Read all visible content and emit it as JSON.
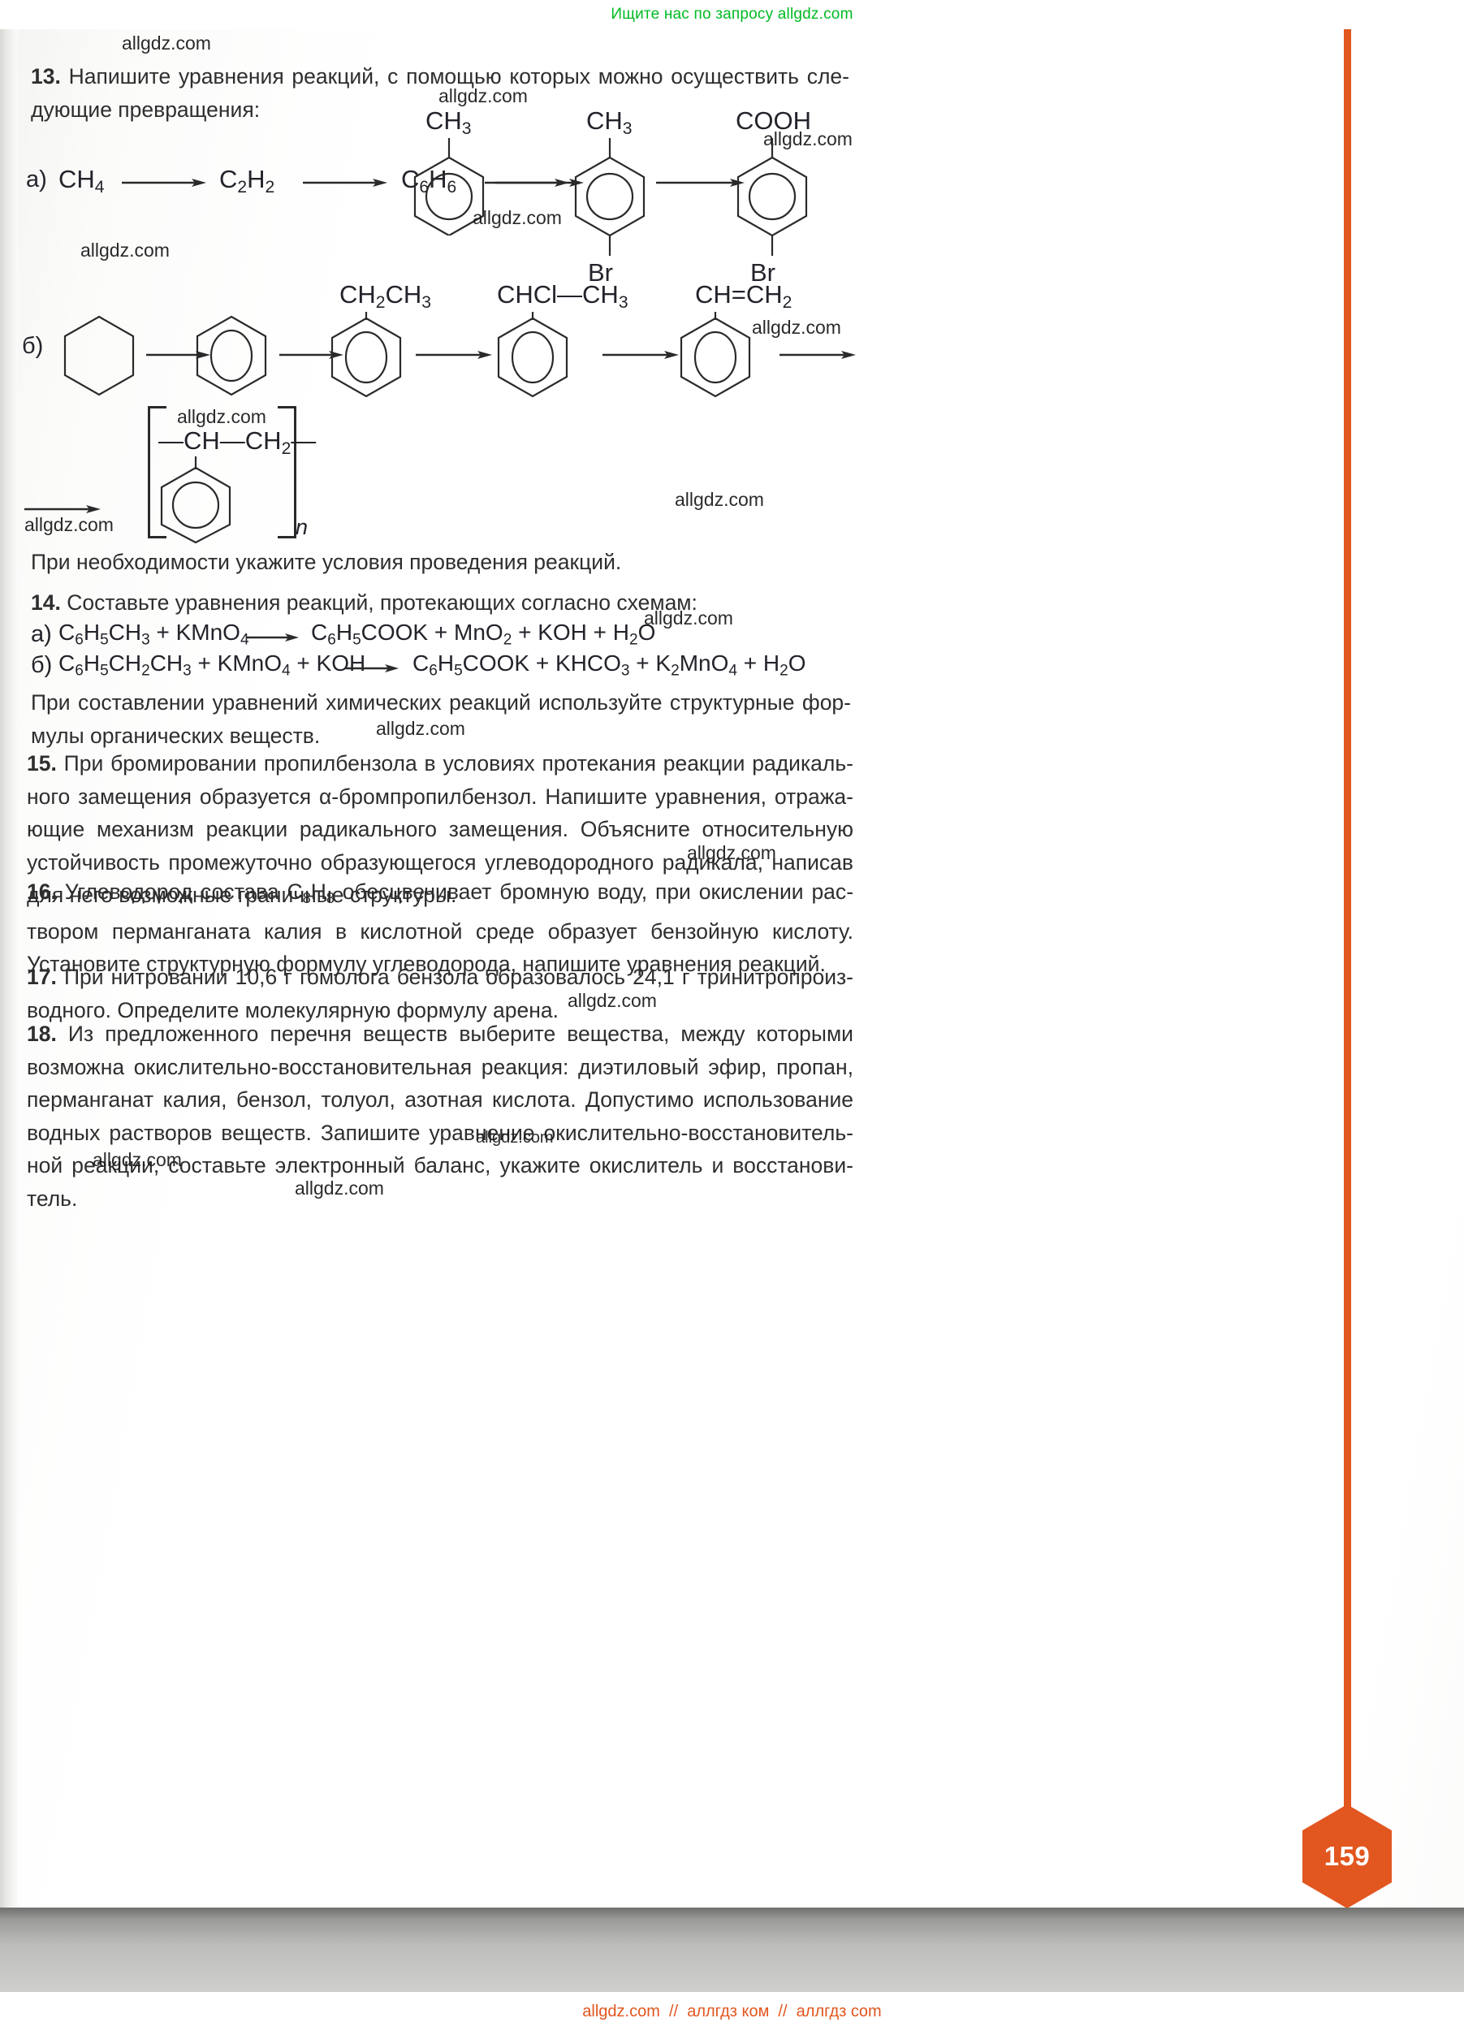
{
  "banners": {
    "top": "Ищите нас по запросу allgdz.com",
    "bottom": "allgdz.com  //  аллгдз ком  //  аллгдз com"
  },
  "page_number": "159",
  "watermark_text": "allgdz.com",
  "colors": {
    "accent_orange": "#e2561f",
    "banner_green": "#00bb22",
    "text": "#2b2b2b"
  },
  "tasks": [
    {
      "id": "13",
      "number": "13.",
      "text": "Напишите уравнения реакций, с помощью которых можно осуществить сле­дующие превращения:"
    },
    {
      "id": "14",
      "number": "14.",
      "text": "Составьте уравнения реакций, протекающих согласно схемам:"
    },
    {
      "id": "15",
      "number": "15.",
      "text": "При бромировании пропилбензола в условиях протекания реакции радикаль­ного замещения образуется α-бромпропилбензол. Напишите уравнения, отража­ющие механизм реакции радикального замещения. Объясните относительную устойчивость промежуточно образующегося углеводородного радикала, написав для него возможные граничные структуры."
    },
    {
      "id": "16",
      "number": "16.",
      "text_parts": [
        "Углеводород состава C",
        "8",
        "H",
        "8",
        " обесцвечивает бромную воду, при окислении рас­твором перманганата калия в кислотной среде образует бензойную кислоту. Установите структурную формулу углеводорода, напишите уравнения реакций."
      ]
    },
    {
      "id": "17",
      "number": "17.",
      "text": "При нитровании 10,6 г гомолога бензола образовалось 24,1 г тринитропроиз­водного. Определите молекулярную формулу арена."
    },
    {
      "id": "18",
      "number": "18.",
      "text": "Из предложенного перечня веществ выберите вещества, между которыми возможна окислительно-восстановительная реакция: диэтиловый эфир, пропан, перманганат калия, бензол, толуол, азотная кислота. Допустимо использование водных растворов веществ. Запишите уравнение окислительно-восстановитель­ной реакции, составьте электронный баланс, укажите окислитель и восстанови­тель."
    }
  ],
  "note_after_13": "При необходимости укажите условия проведения реакций.",
  "note_after_14": "При составлении уравнений химических реакций используйте структурные фор­мулы органических веществ.",
  "scheme_a": {
    "label": "а)",
    "step1": "CH",
    "step1_sub": "4",
    "step2": "C",
    "step2_sub1": "2",
    "step2_h": "H",
    "step2_sub2": "2",
    "step3": "C",
    "step3_sub1": "6",
    "step3_h": "H",
    "step3_sub2": "6",
    "ring1_top": "CH",
    "ring1_top_sub": "3",
    "ring2_top": "CH",
    "ring2_top_sub": "3",
    "ring2_bottom": "Br",
    "ring3_top": "COOH",
    "ring3_bottom": "Br"
  },
  "scheme_b": {
    "label": "б)",
    "ring3_top": "CH",
    "ring3_top_sub": "2",
    "ring3_top2": "CH",
    "ring3_top2_sub": "3",
    "ring4_top": "CHCl",
    "ring4_dash": "—",
    "ring4_top2": "CH",
    "ring4_top2_sub": "3",
    "ring5_top": "CH",
    "ring5_eq": "=",
    "ring5_top2": "CH",
    "ring5_top2_sub": "2",
    "polymer_left_bond": "—",
    "polymer_ch": "CH",
    "polymer_dash": "—",
    "polymer_ch2": "CH",
    "polymer_ch2_sub": "2",
    "polymer_right_bond": "—",
    "polymer_n": "n"
  },
  "equations": [
    {
      "label": "а)",
      "left": [
        {
          "t": "C"
        },
        {
          "t": "6",
          "sub": true
        },
        {
          "t": "H"
        },
        {
          "t": "5",
          "sub": true
        },
        {
          "t": "CH"
        },
        {
          "t": "3",
          "sub": true
        },
        {
          "t": " + KMnO"
        },
        {
          "t": "4",
          "sub": true
        }
      ],
      "right": [
        {
          "t": "C"
        },
        {
          "t": "6",
          "sub": true
        },
        {
          "t": "H"
        },
        {
          "t": "5",
          "sub": true
        },
        {
          "t": "COOK + MnO"
        },
        {
          "t": "2",
          "sub": true
        },
        {
          "t": " + KOH + H"
        },
        {
          "t": "2",
          "sub": true
        },
        {
          "t": "O"
        }
      ],
      "left_plain": "C6H5CH3 + KMnO4",
      "right_plain": "C6H5COOK + MnO2 + KOH + H2O"
    },
    {
      "label": "б)",
      "left_plain": "C6H5CH2CH3 + KMnO4 + KOH",
      "right_plain": "C6H5COOK + KHCO3 + K2MnO4 + H2O"
    }
  ]
}
